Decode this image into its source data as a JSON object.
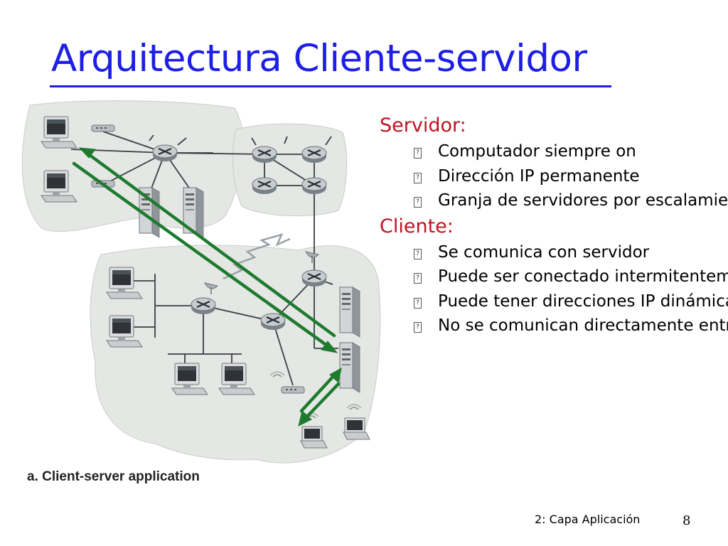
{
  "slide": {
    "title": "Arquitectura Cliente-servidor",
    "caption": "a. Client-server application",
    "footer_section": "2: Capa Aplicación",
    "page_number": "8"
  },
  "servidor": {
    "heading": "Servidor:",
    "items": [
      "Computador siempre on",
      "Dirección IP permanente",
      "Granja de servidores por escalamiento"
    ]
  },
  "cliente": {
    "heading": "Cliente:",
    "items": [
      "Se comunica con servidor",
      "Puede ser conectado intermitentemente",
      "Puede tener direcciones IP dinámicas",
      "No se comunican directamente entre sí"
    ]
  },
  "bullet_marker": "?",
  "colors": {
    "title": "#1d1ee6",
    "heading": "#c1121f",
    "arrow": "#1e7b2e",
    "network_cloud": "#e4e7e4"
  },
  "icons": [
    "desktop-computer",
    "router",
    "server",
    "laptop",
    "wireless-access-point",
    "modem",
    "cell-tower"
  ]
}
